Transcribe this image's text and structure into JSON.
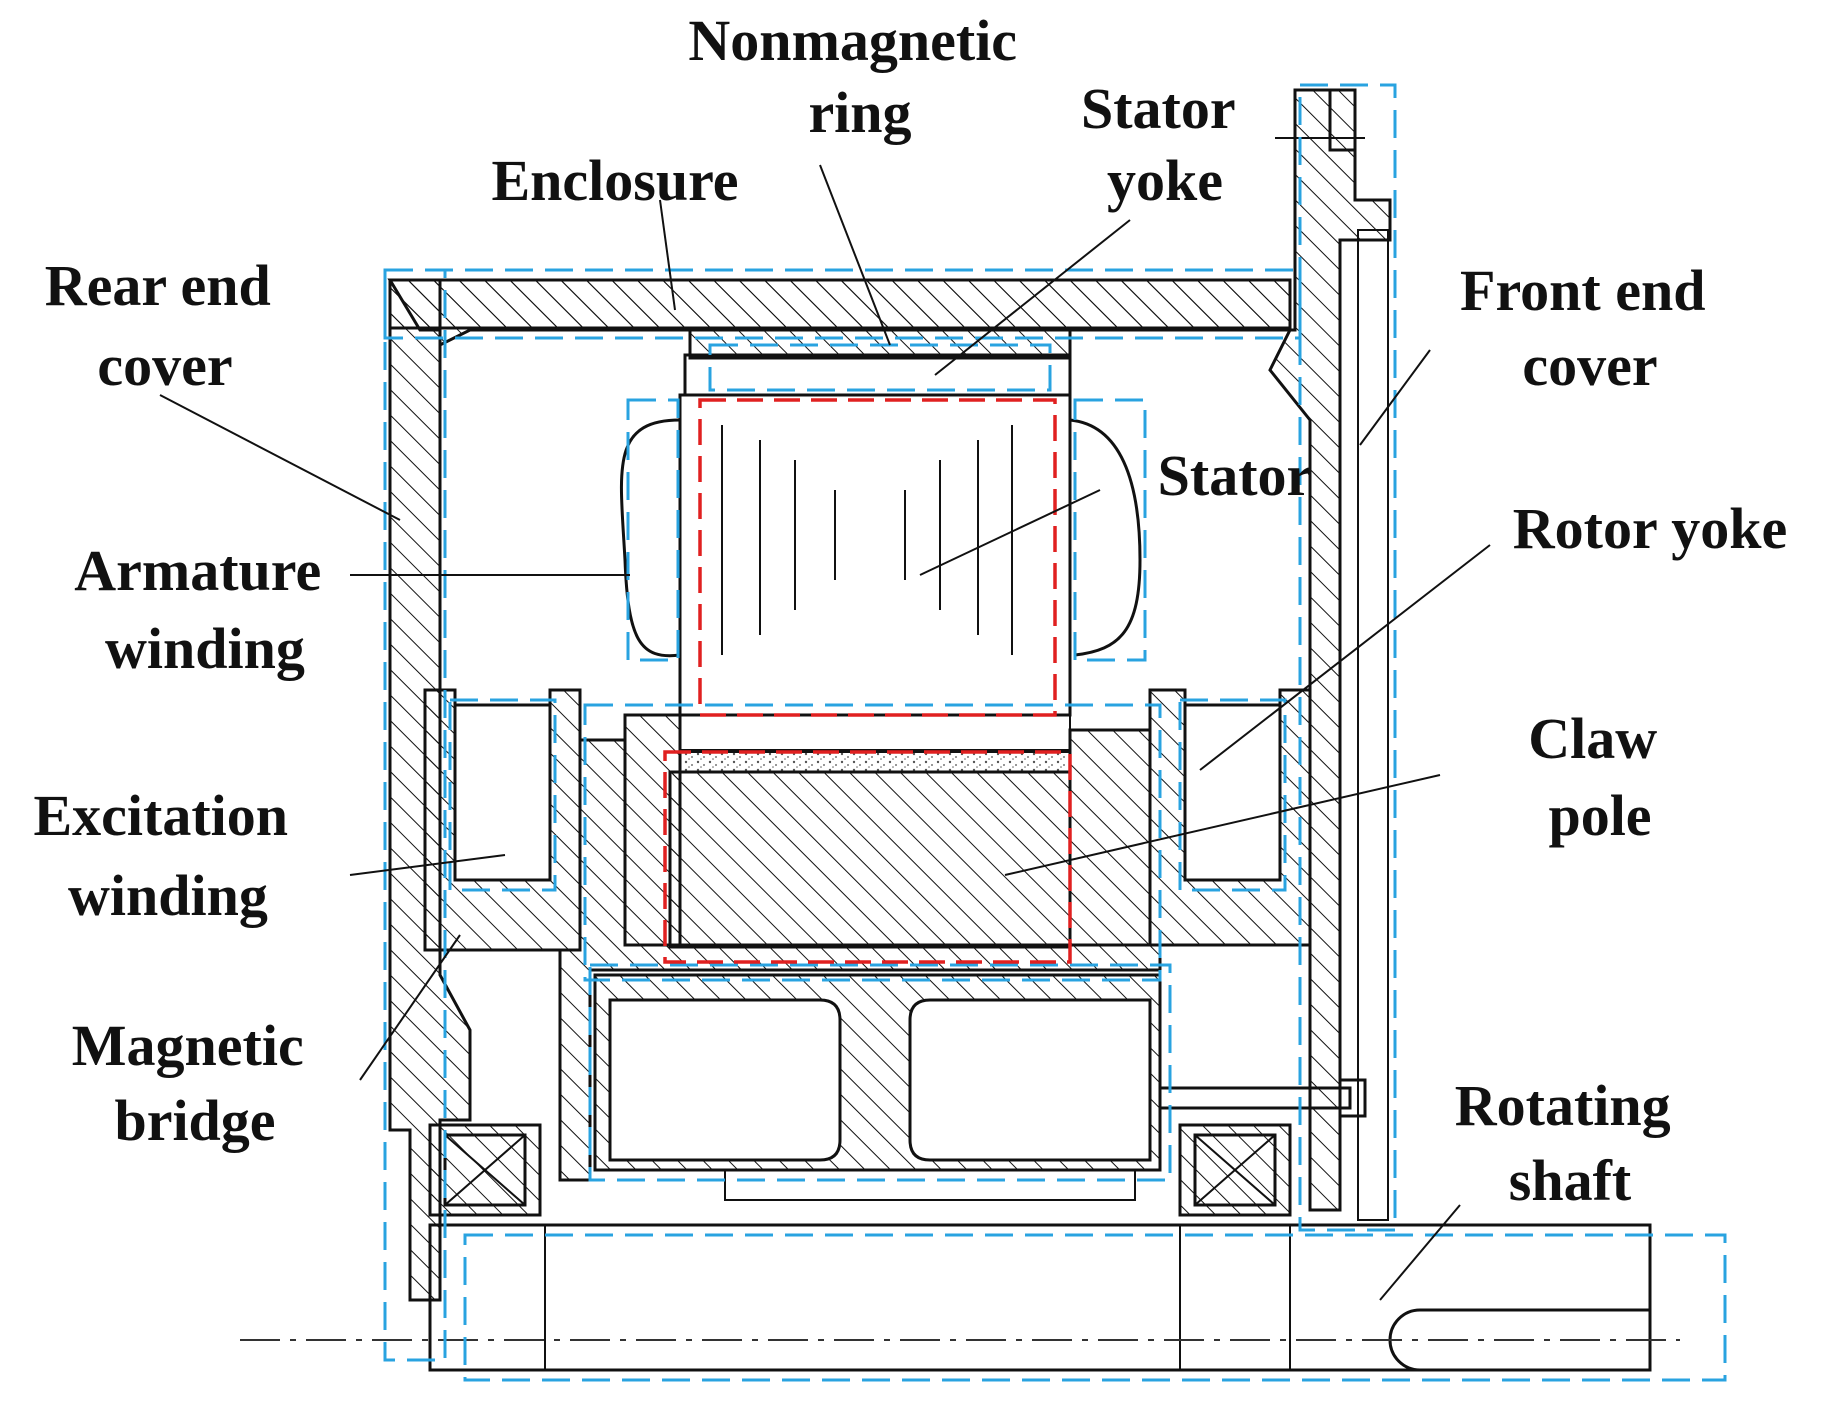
{
  "labels": {
    "nonmagnetic_ring": [
      "Nonmagnetic",
      "ring"
    ],
    "enclosure": "Enclosure",
    "stator_yoke": [
      "Stator",
      "yoke"
    ],
    "rear_end_cover": [
      "Rear end",
      "cover"
    ],
    "front_end_cover": [
      "Front end",
      "cover"
    ],
    "stator": "Stator",
    "armature_winding": [
      "Armature",
      "winding"
    ],
    "rotor_yoke": "Rotor yoke",
    "claw_pole": [
      "Claw",
      "pole"
    ],
    "excitation_winding": [
      "Excitation",
      "winding"
    ],
    "magnetic_bridge": [
      "Magnetic",
      "bridge"
    ],
    "rotating_shaft": [
      "Rotating",
      "shaft"
    ]
  },
  "colors": {
    "line": "#111111",
    "blue_region": "#29a3e0",
    "red_region": "#e02020",
    "background": "#ffffff"
  }
}
